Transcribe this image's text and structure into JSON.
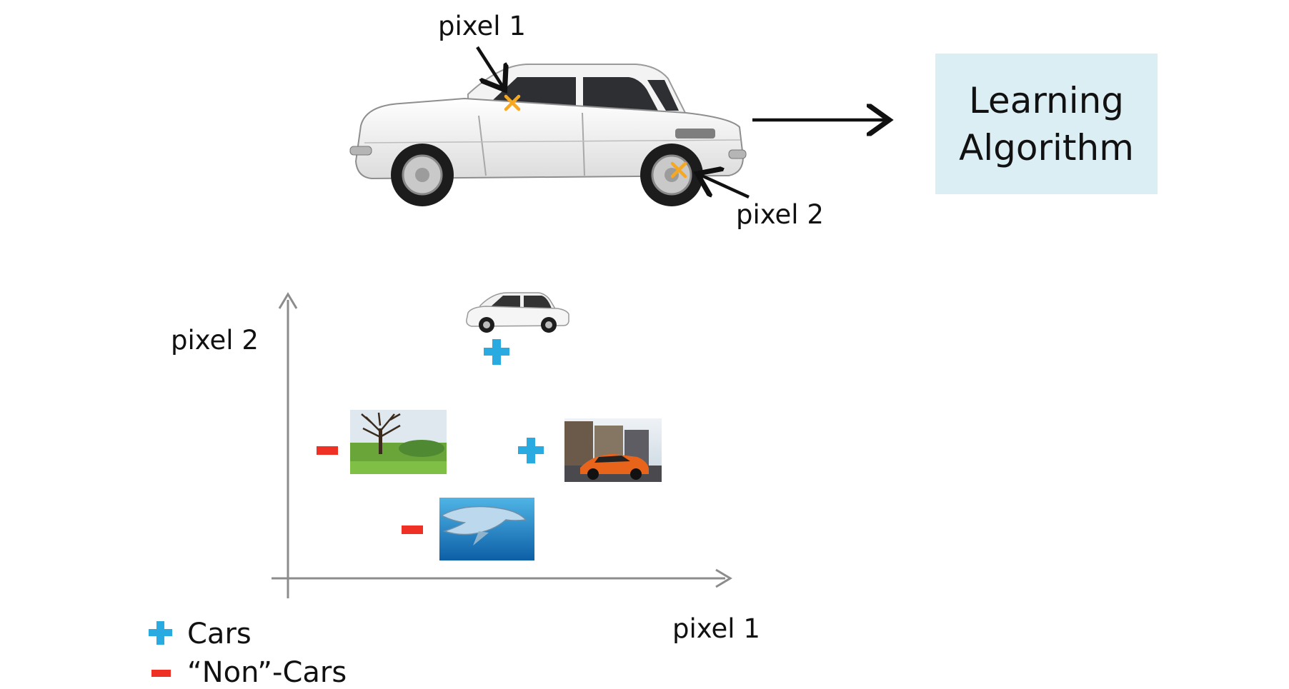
{
  "top": {
    "pixel1_label": "pixel 1",
    "pixel2_label": "pixel 2",
    "algorithm_box": {
      "line1": "Learning",
      "line2": "Algorithm"
    }
  },
  "plot": {
    "y_axis_label": "pixel 2",
    "x_axis_label": "pixel 1",
    "samples": [
      {
        "kind": "car",
        "marker": "plus",
        "picture": "small white sedan"
      },
      {
        "kind": "non-car",
        "marker": "minus",
        "picture": "tree in a field"
      },
      {
        "kind": "car",
        "marker": "plus",
        "picture": "orange sports car on a street"
      },
      {
        "kind": "non-car",
        "marker": "minus",
        "picture": "dolphin underwater"
      }
    ]
  },
  "legend": {
    "cars_label": "Cars",
    "noncars_label": "“Non”-Cars"
  },
  "colors": {
    "plus": "#29abe2",
    "minus": "#ee3124",
    "pixel_marker": "#f7a823",
    "algo_box": "#dbeef3",
    "axis": "#8c8c8c"
  }
}
